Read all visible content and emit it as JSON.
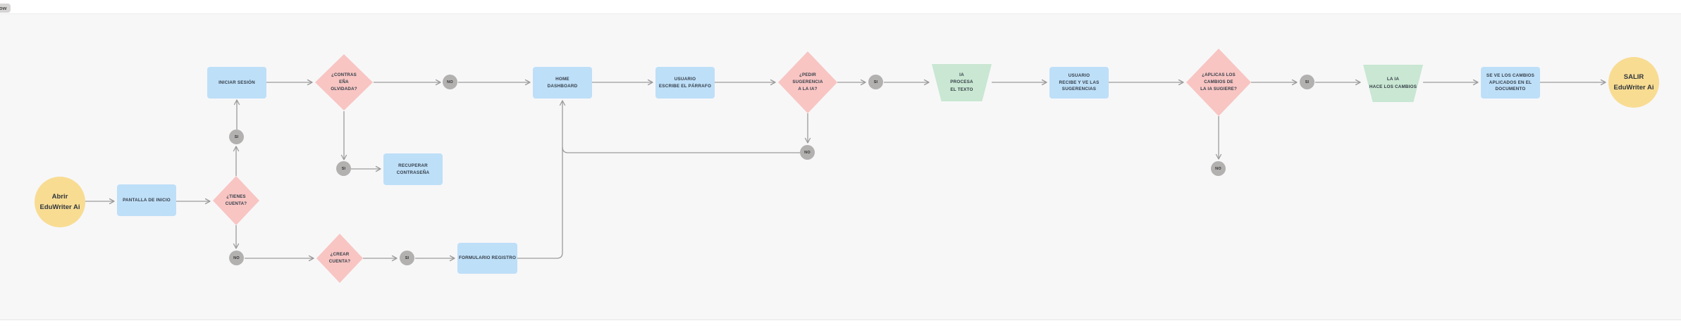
{
  "badge": {
    "label": "ow"
  },
  "colors": {
    "canvas_background": "#f7f7f8",
    "process_blue": "#bedff8",
    "decision_pink": "#f8c5c3",
    "ai_green": "#c9e7d2",
    "terminal_yellow": "#f8dc92",
    "branch_label_gray": "#b3b0b0",
    "connector_gray": "#9b9b9b"
  },
  "nodes": {
    "start": {
      "lines": [
        "Abrir",
        "EduWriter Ai"
      ]
    },
    "pantalla_inicio": {
      "lines": [
        "PANTALLA DE INICIO"
      ]
    },
    "tienes_cuenta": {
      "lines": [
        "¿TIENES",
        "CUENTA?"
      ]
    },
    "si_tienes": {
      "label": "SI"
    },
    "no_tienes": {
      "label": "NO"
    },
    "iniciar_sesion": {
      "lines": [
        "INICIAR SESIÓN"
      ]
    },
    "contrasena_olvidada": {
      "lines": [
        "¿CONTRAS",
        "EÑA",
        "OLVIDADA?"
      ]
    },
    "si_contrasena": {
      "label": "SI"
    },
    "no_contrasena": {
      "label": "NO"
    },
    "recuperar_contrasena": {
      "lines": [
        "RECUPERAR",
        "CONTRASEÑA"
      ]
    },
    "crear_cuenta": {
      "lines": [
        "¿CREAR",
        "CUENTA?"
      ]
    },
    "si_crear": {
      "label": "SI"
    },
    "formulario_registro": {
      "lines": [
        "FORMULARIO REGISTRO"
      ]
    },
    "home_dashboard": {
      "lines": [
        "HOME",
        "DASHBOARD"
      ]
    },
    "usuario_escribe": {
      "lines": [
        "USUARIO",
        "ESCRIBE EL PÁRRAFO"
      ]
    },
    "pedir_sugerencia": {
      "lines": [
        "¿PEDIR",
        "SUGERENCIA",
        "A LA IA?"
      ]
    },
    "si_pedir": {
      "label": "SI"
    },
    "no_pedir": {
      "label": "NO"
    },
    "ia_procesa": {
      "lines": [
        "IA",
        "PROCESA",
        "EL TEXTO"
      ]
    },
    "usuario_recibe": {
      "lines": [
        "USUARIO",
        "RECIBE Y VE LAS",
        "SUGERENCIAS"
      ]
    },
    "aplicas_cambios": {
      "lines": [
        "¿APLICAS LOS",
        "CAMBIOS DE",
        "LA IA SUGIERE?"
      ]
    },
    "si_aplicas": {
      "label": "SI"
    },
    "no_aplicas": {
      "label": "NO"
    },
    "ia_hace": {
      "lines": [
        "LA IA",
        "HACE LOS CAMBIOS"
      ]
    },
    "se_ve_cambios": {
      "lines": [
        "SE VE LOS CAMBIOS",
        "APLICADOS EN EL",
        "DOCUMENTO"
      ]
    },
    "end": {
      "lines": [
        "SALIR",
        "EduWriter Ai"
      ]
    }
  }
}
